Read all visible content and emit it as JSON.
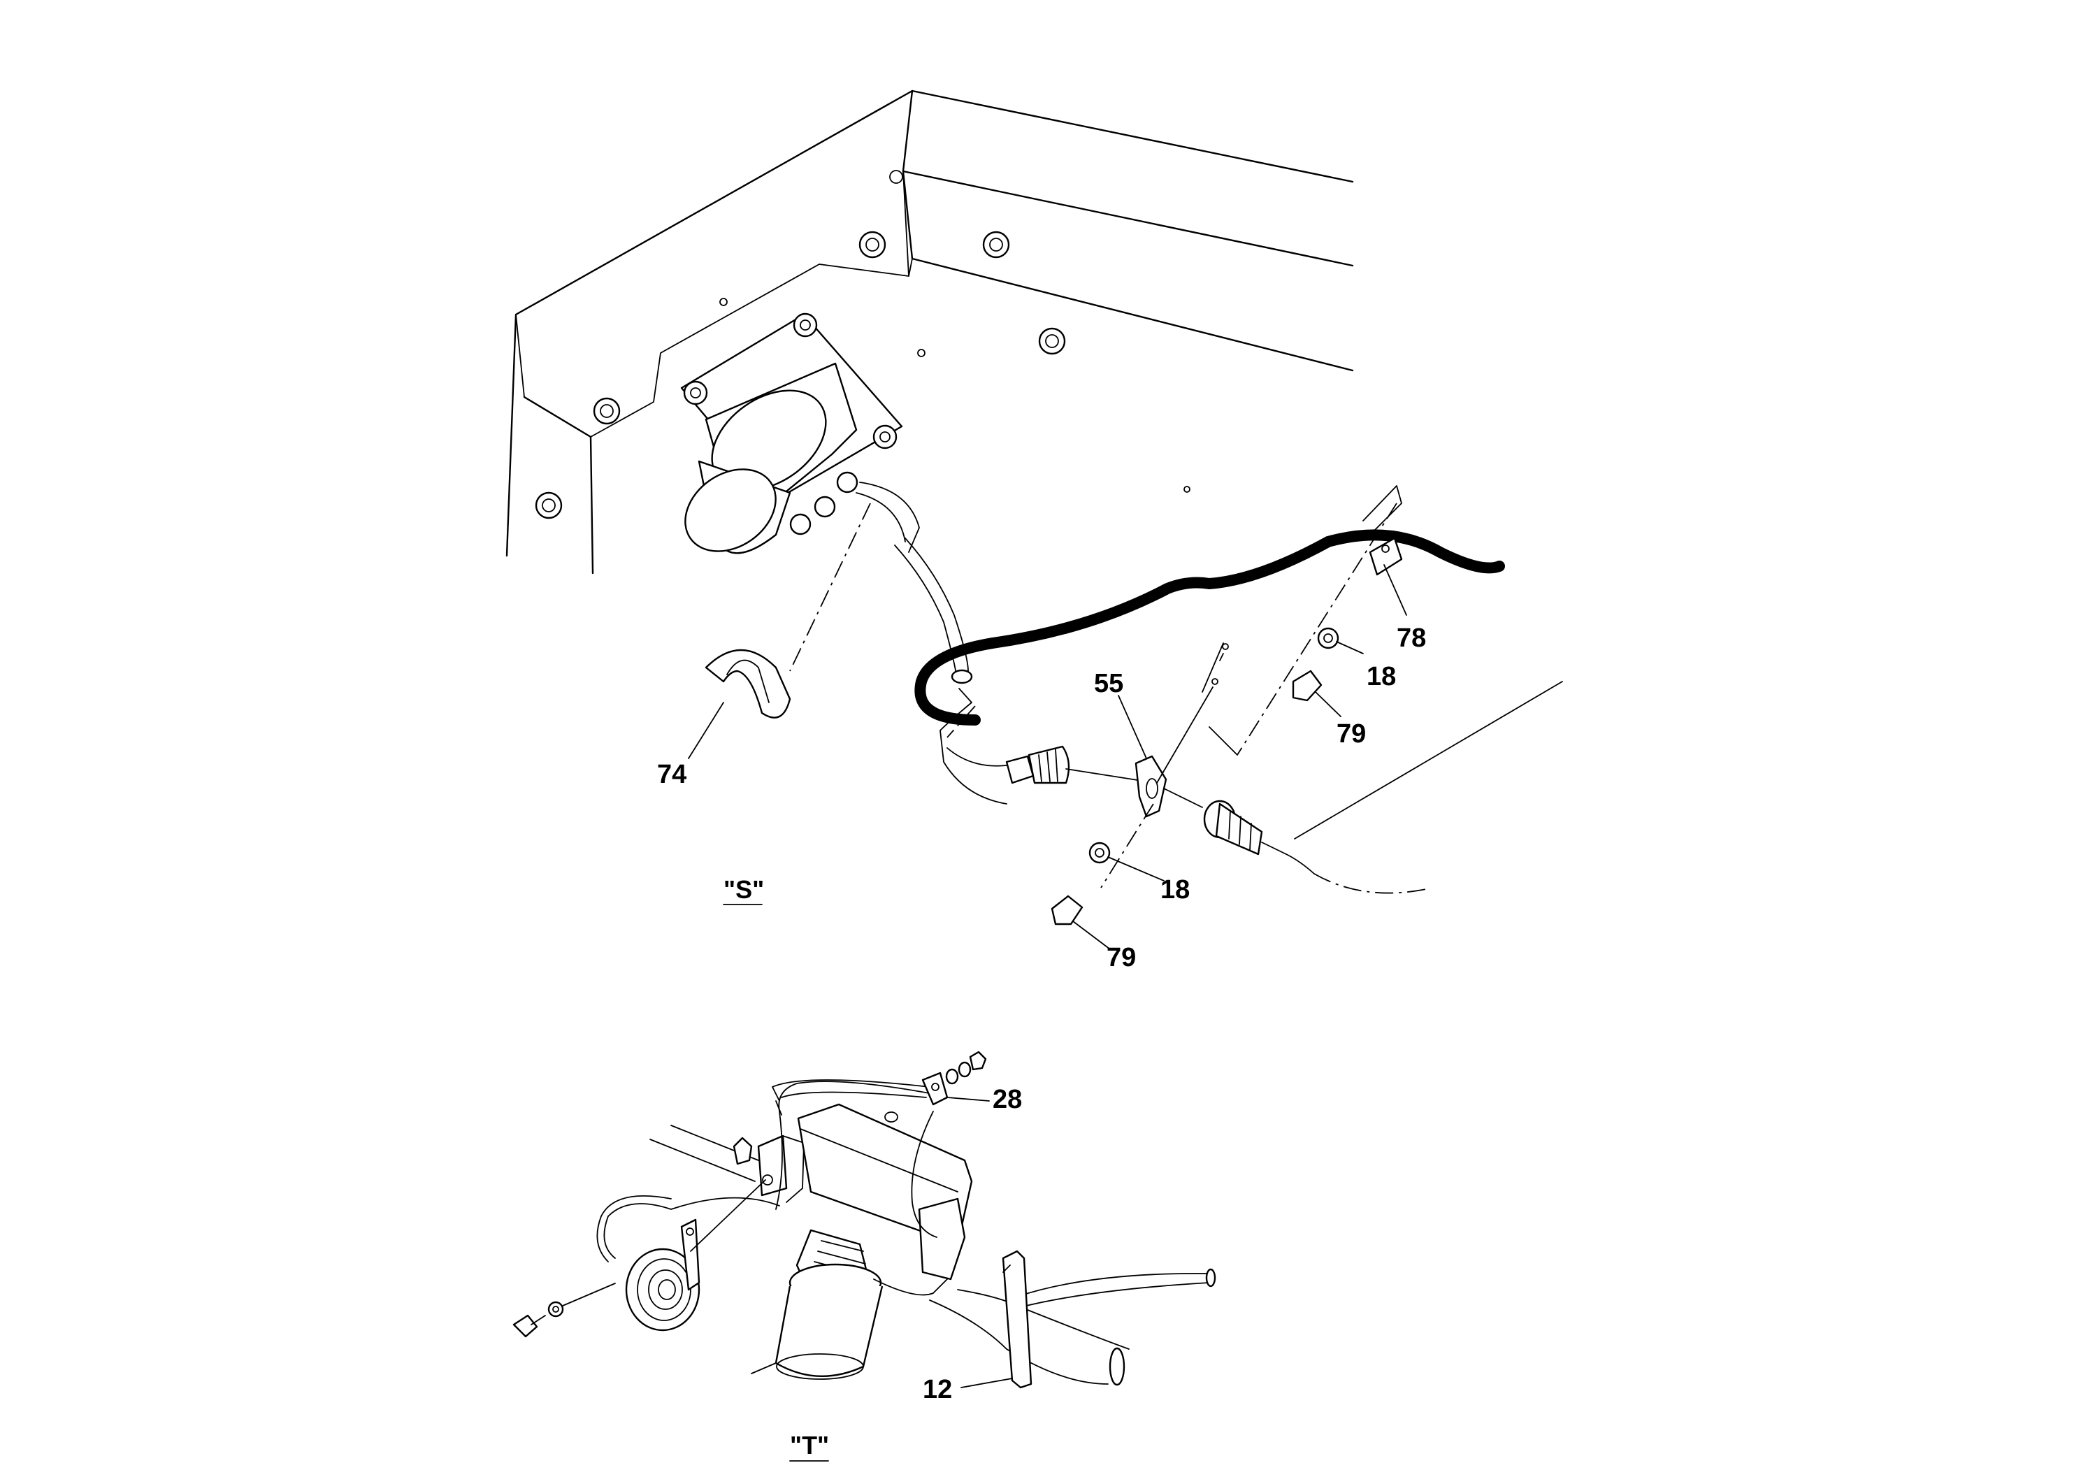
{
  "views": {
    "s": {
      "label": "\"S\""
    },
    "t": {
      "label": "\"T\""
    }
  },
  "callouts": {
    "s_74": "74",
    "s_55": "55",
    "s_78": "78",
    "s_18a": "18",
    "s_79a": "79",
    "s_18b": "18",
    "s_79b": "79",
    "t_28": "28",
    "t_12": "12"
  }
}
